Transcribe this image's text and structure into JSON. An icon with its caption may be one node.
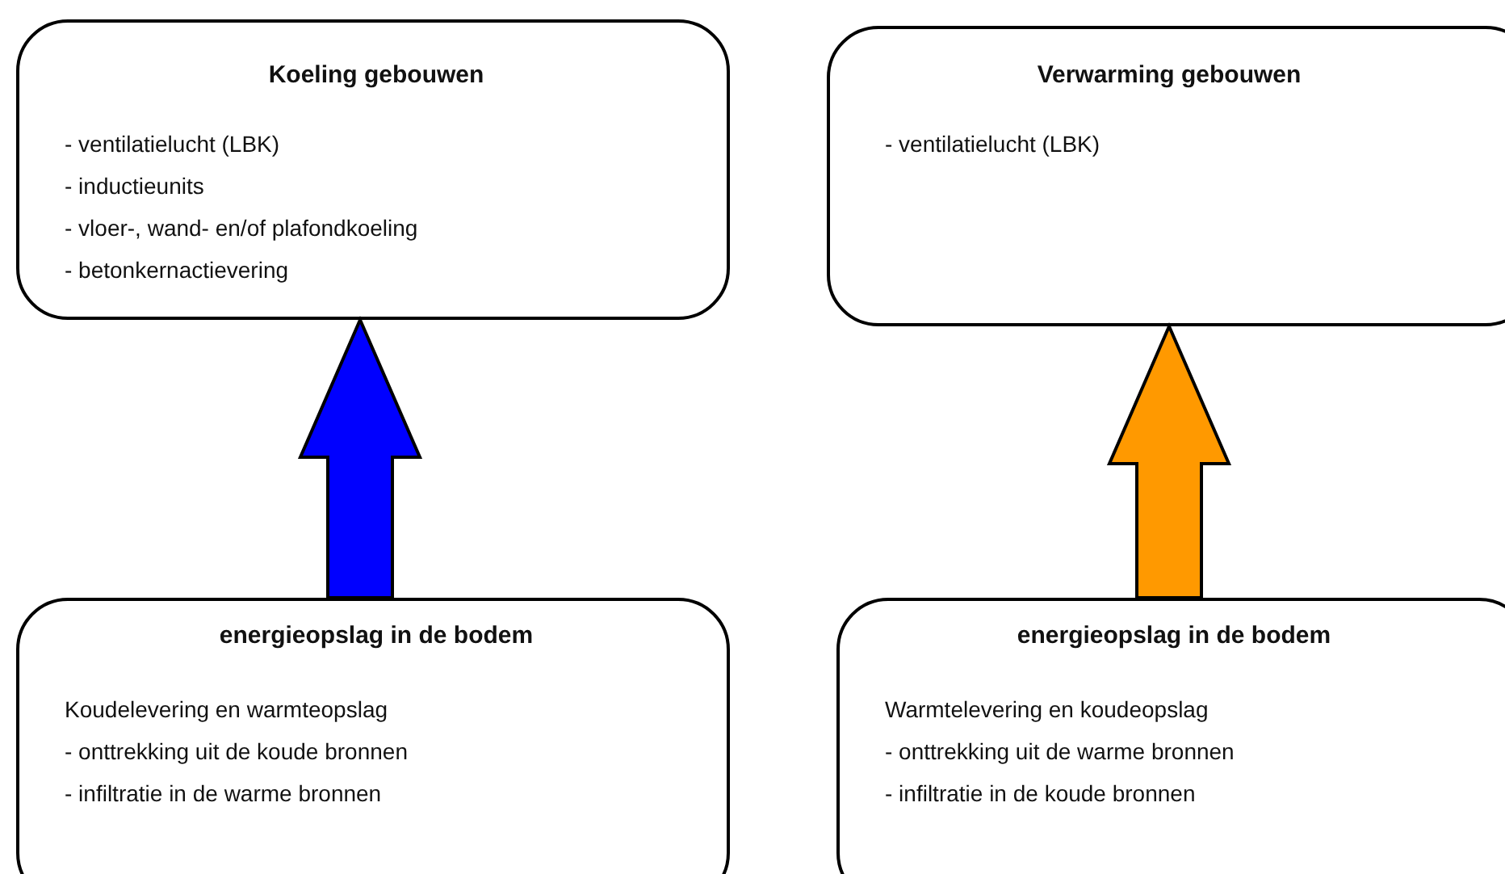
{
  "diagram": {
    "nodes": [
      {
        "text": [
          "Koeling gebouwen",
          "- ventilatielucht (LBK)",
          "- inductieunits",
          "- vloer-, wand- en/of plafondkoeling",
          "- betonkernactievering"
        ]
      },
      {
        "text": [
          "Verwarming gebouwen",
          "- ventilatielucht (LBK)"
        ]
      },
      {
        "text": [
          "energieopslag in de bodem",
          "Koudelevering en warmteopslag",
          "- onttrekking uit de koude bronnen",
          "- infiltratie in de warme bronnen"
        ]
      },
      {
        "text": [
          "energieopslag in de bodem",
          "Warmtelevering en koudeopslag",
          "- onttrekking uit de warme bronnen",
          "- infiltratie in de koude bronnen"
        ]
      }
    ],
    "edges": [
      {
        "from": 2,
        "to": 0,
        "arrow": "to",
        "style": "thick",
        "color": "#0000ff"
      },
      {
        "from": 3,
        "to": 1,
        "arrow": "to",
        "style": "thick",
        "color": "#ff9900"
      }
    ]
  }
}
